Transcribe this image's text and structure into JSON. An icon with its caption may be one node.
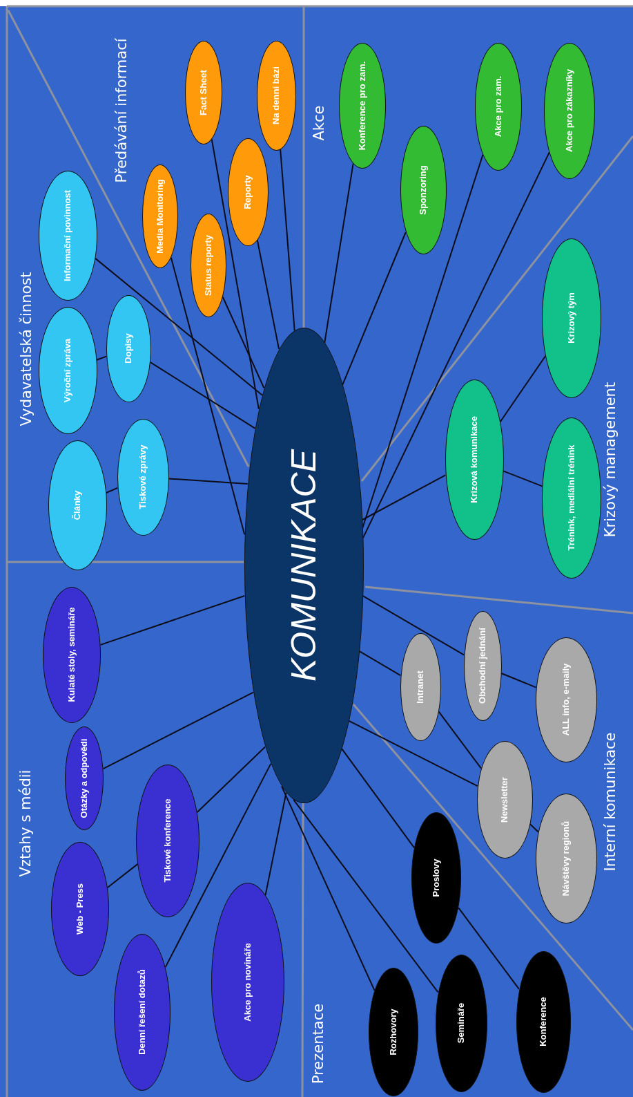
{
  "diagram": {
    "nodes": [
      {
        "text": [
          "KOMUNIKACE"
        ]
      },
      {
        "text": [
          "Denní řešení dotazů"
        ]
      },
      {
        "text": [
          "Web - Press"
        ]
      },
      {
        "text": [
          "Otázky a odpovědi"
        ]
      },
      {
        "text": [
          "Kulaté stoly, semináře"
        ]
      },
      {
        "text": [
          "Tiskové konference"
        ]
      },
      {
        "text": [
          "Akce pro novináře"
        ]
      },
      {
        "text": [
          "Články"
        ]
      },
      {
        "text": [
          "Výroční zpráva"
        ]
      },
      {
        "text": [
          "Tiskové zprávy"
        ]
      },
      {
        "text": [
          "Dopisy"
        ]
      },
      {
        "text": [
          "Informační povinnost"
        ]
      },
      {
        "text": [
          "Media Monitoring"
        ]
      },
      {
        "text": [
          "Status reporty"
        ]
      },
      {
        "text": [
          "Fact Sheet"
        ]
      },
      {
        "text": [
          "Reporty"
        ]
      },
      {
        "text": [
          "Na denní bázi"
        ]
      },
      {
        "text": [
          "Konference pro zam."
        ]
      },
      {
        "text": [
          "Sponzoring"
        ]
      },
      {
        "text": [
          "Akce pro zam."
        ]
      },
      {
        "text": [
          "Akce pro zákazníky"
        ]
      },
      {
        "text": [
          "Krizová komunikace"
        ]
      },
      {
        "text": [
          "Krizový tým"
        ]
      },
      {
        "text": [
          "Trénink, mediální trénink"
        ]
      },
      {
        "text": [
          "Intranet"
        ]
      },
      {
        "text": [
          "Obchodní jednání"
        ]
      },
      {
        "text": [
          "ALL info, e-maily"
        ]
      },
      {
        "text": [
          "Newsletter"
        ]
      },
      {
        "text": [
          "Návštěvy regionů"
        ]
      },
      {
        "text": [
          "Rozhovory"
        ]
      },
      {
        "text": [
          "Semináře"
        ]
      },
      {
        "text": [
          "Konference"
        ]
      },
      {
        "text": [
          "Proslovy"
        ]
      }
    ],
    "edges": [
      {
        "from": 0,
        "to": 1,
        "arrow": "none"
      },
      {
        "from": 5,
        "to": 2,
        "arrow": "none"
      },
      {
        "from": 0,
        "to": 3,
        "arrow": "none"
      },
      {
        "from": 0,
        "to": 4,
        "arrow": "none"
      },
      {
        "from": 0,
        "to": 5,
        "arrow": "none"
      },
      {
        "from": 0,
        "to": 6,
        "arrow": "none"
      },
      {
        "from": 9,
        "to": 7,
        "arrow": "none"
      },
      {
        "from": 10,
        "to": 8,
        "arrow": "none"
      },
      {
        "from": 0,
        "to": 9,
        "arrow": "none"
      },
      {
        "from": 0,
        "to": 10,
        "arrow": "none"
      },
      {
        "from": 0,
        "to": 11,
        "arrow": "none"
      },
      {
        "from": 0,
        "to": 12,
        "arrow": "none"
      },
      {
        "from": 0,
        "to": 13,
        "arrow": "none"
      },
      {
        "from": 0,
        "to": 14,
        "arrow": "none"
      },
      {
        "from": 0,
        "to": 15,
        "arrow": "none"
      },
      {
        "from": 0,
        "to": 16,
        "arrow": "none"
      },
      {
        "from": 0,
        "to": 17,
        "arrow": "none"
      },
      {
        "from": 0,
        "to": 18,
        "arrow": "none"
      },
      {
        "from": 0,
        "to": 19,
        "arrow": "none"
      },
      {
        "from": 0,
        "to": 20,
        "arrow": "none"
      },
      {
        "from": 0,
        "to": 21,
        "arrow": "none"
      },
      {
        "from": 21,
        "to": 22,
        "arrow": "none"
      },
      {
        "from": 21,
        "to": 23,
        "arrow": "none"
      },
      {
        "from": 0,
        "to": 24,
        "arrow": "none"
      },
      {
        "from": 0,
        "to": 25,
        "arrow": "none"
      },
      {
        "from": 25,
        "to": 26,
        "arrow": "none"
      },
      {
        "from": 24,
        "to": 27,
        "arrow": "none"
      },
      {
        "from": 0,
        "to": 27,
        "arrow": "none"
      },
      {
        "from": 27,
        "to": 28,
        "arrow": "none"
      },
      {
        "from": 0,
        "to": 29,
        "arrow": "none"
      },
      {
        "from": 0,
        "to": 30,
        "arrow": "none"
      },
      {
        "from": 32,
        "to": 31,
        "arrow": "none"
      },
      {
        "from": 0,
        "to": 32,
        "arrow": "none"
      }
    ],
    "labels": [
      "Vztahy s médii",
      "Vydavatelská činnost",
      "Předávání informací",
      "Akce",
      "Krizový management",
      "Interní komunikace",
      "Prezentace"
    ]
  }
}
